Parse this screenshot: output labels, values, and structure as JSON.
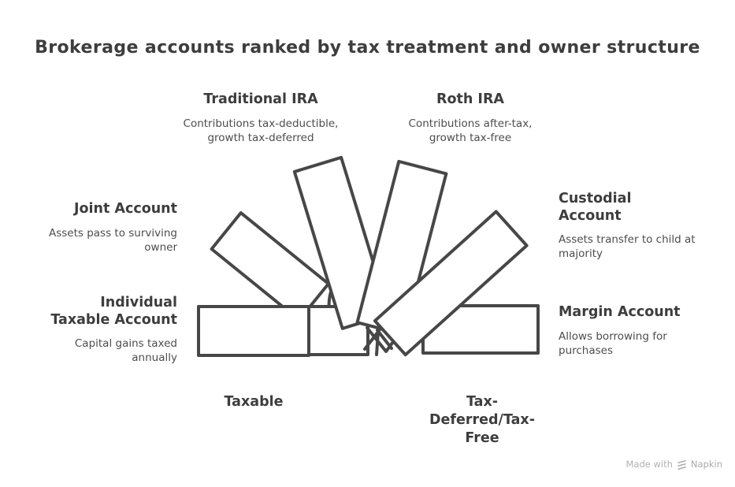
{
  "title": "Brokerage accounts ranked by tax treatment and owner structure",
  "cards": {
    "traditional_ira": {
      "label": "Traditional IRA",
      "description": "Contributions tax-deductible, growth tax-deferred"
    },
    "roth_ira": {
      "label": "Roth IRA",
      "description": "Contributions after-tax, growth tax-free"
    },
    "joint_account": {
      "label": "Joint Account",
      "description": "Assets pass to surviving owner"
    },
    "custodial_account": {
      "label": "Custodial Account",
      "description": "Assets transfer to child at majority"
    },
    "individual_taxable_account": {
      "label": "Individual Taxable Account",
      "description": "Capital gains taxed annually"
    },
    "margin_account": {
      "label": "Margin Account",
      "description": "Allows borrowing for purchases"
    }
  },
  "groups": {
    "left": "Taxable",
    "right": "Tax-Deferred/Tax-Free"
  },
  "watermark": {
    "prefix": "Made with",
    "brand": "Napkin"
  },
  "colors": {
    "stroke": "#474747",
    "card_fill": "#ffffff",
    "title_text": "#3d3d3d",
    "description_text": "#4d4d4d",
    "watermark_text": "#b2b2b2",
    "background": "#ffffff"
  }
}
